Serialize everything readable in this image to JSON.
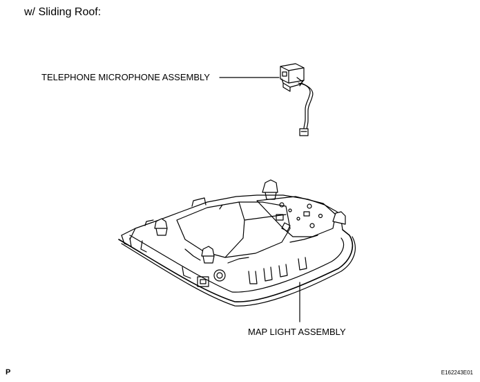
{
  "heading": "w/ Sliding Roof:",
  "labels": {
    "telephone_microphone": "TELEPHONE MICROPHONE ASSEMBLY",
    "map_light": "MAP LIGHT ASSEMBLY"
  },
  "corner_mark": "P",
  "figure_code": "E162243E01"
}
